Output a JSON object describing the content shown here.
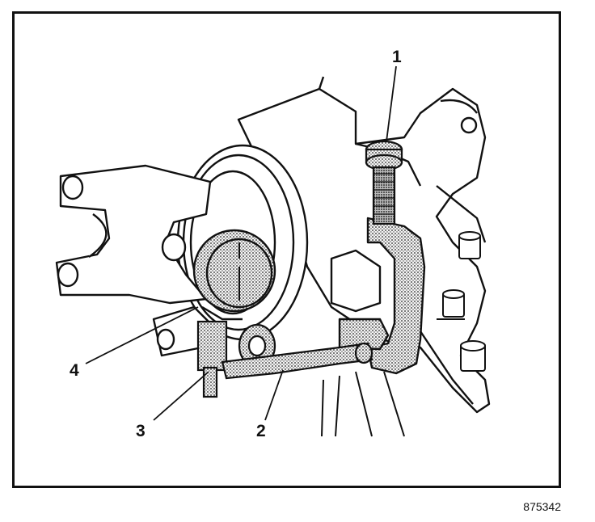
{
  "callouts": {
    "c1": "1",
    "c2": "2",
    "c3": "3",
    "c4": "4"
  },
  "figure_number": "875342"
}
